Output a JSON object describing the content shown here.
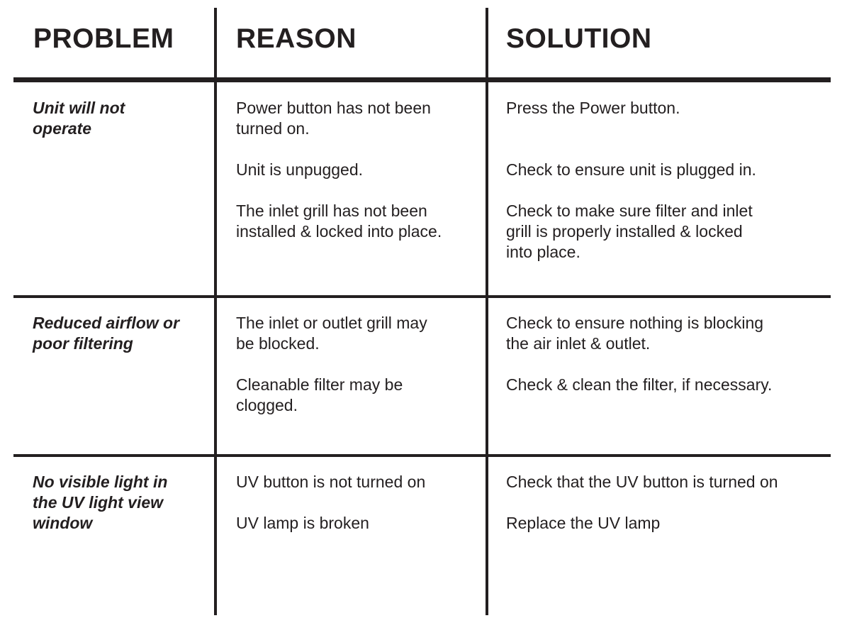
{
  "headers": {
    "problem": "PROBLEM",
    "reason": "REASON",
    "solution": "SOLUTION"
  },
  "rows": [
    {
      "problem": "Unit will not\noperate",
      "reasons": [
        "Power button has not been\nturned on.",
        "Unit is unpugged.",
        "The inlet grill has not been\ninstalled & locked into place."
      ],
      "solutions": [
        "Press the Power button.",
        "Check to ensure unit is plugged in.",
        "Check to make sure filter and inlet\ngrill is properly installed & locked\ninto place."
      ]
    },
    {
      "problem": "Reduced airflow or\npoor filtering",
      "reasons": [
        "The inlet or outlet grill may\nbe blocked.",
        "Cleanable filter may be\nclogged."
      ],
      "solutions": [
        "Check to ensure nothing is blocking\nthe air inlet & outlet.",
        "Check & clean the filter, if necessary."
      ]
    },
    {
      "problem": "No visible light in\nthe UV light view\nwindow",
      "reasons": [
        "UV button is not turned on",
        "UV lamp is broken"
      ],
      "solutions": [
        "Check that the UV button is turned on",
        "Replace the UV lamp"
      ]
    }
  ]
}
